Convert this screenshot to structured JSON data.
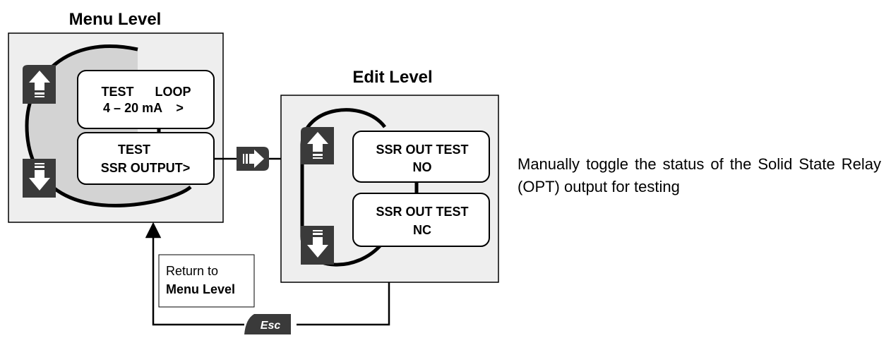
{
  "menu_level": {
    "title": "Menu Level",
    "screen_1": {
      "line1": "TEST      LOOP",
      "line2": "4 – 20 mA    >"
    },
    "screen_2": {
      "line1": "TEST",
      "line2": "SSR OUTPUT>"
    },
    "up_button_icon": "up-arrow-key-icon",
    "down_button_icon": "down-arrow-key-icon"
  },
  "edit_level": {
    "title": "Edit Level",
    "screen_1": {
      "line1": "SSR OUT TEST",
      "line2": "NO"
    },
    "screen_2": {
      "line1": "SSR OUT TEST",
      "line2": "NC"
    },
    "up_button_icon": "up-arrow-key-icon",
    "down_button_icon": "down-arrow-key-icon"
  },
  "enter_button_icon": "right-arrow-key-icon",
  "return_note": {
    "line1": "Return to",
    "line2": "Menu Level"
  },
  "esc_button": {
    "label": "Esc"
  },
  "description": "Manually toggle the status of the Solid State Relay (OPT) output for testing",
  "colors": {
    "panel_fill": "#eeeeee",
    "oval_fill": "#d3d3d3",
    "key_fill": "#3a3a3a"
  }
}
